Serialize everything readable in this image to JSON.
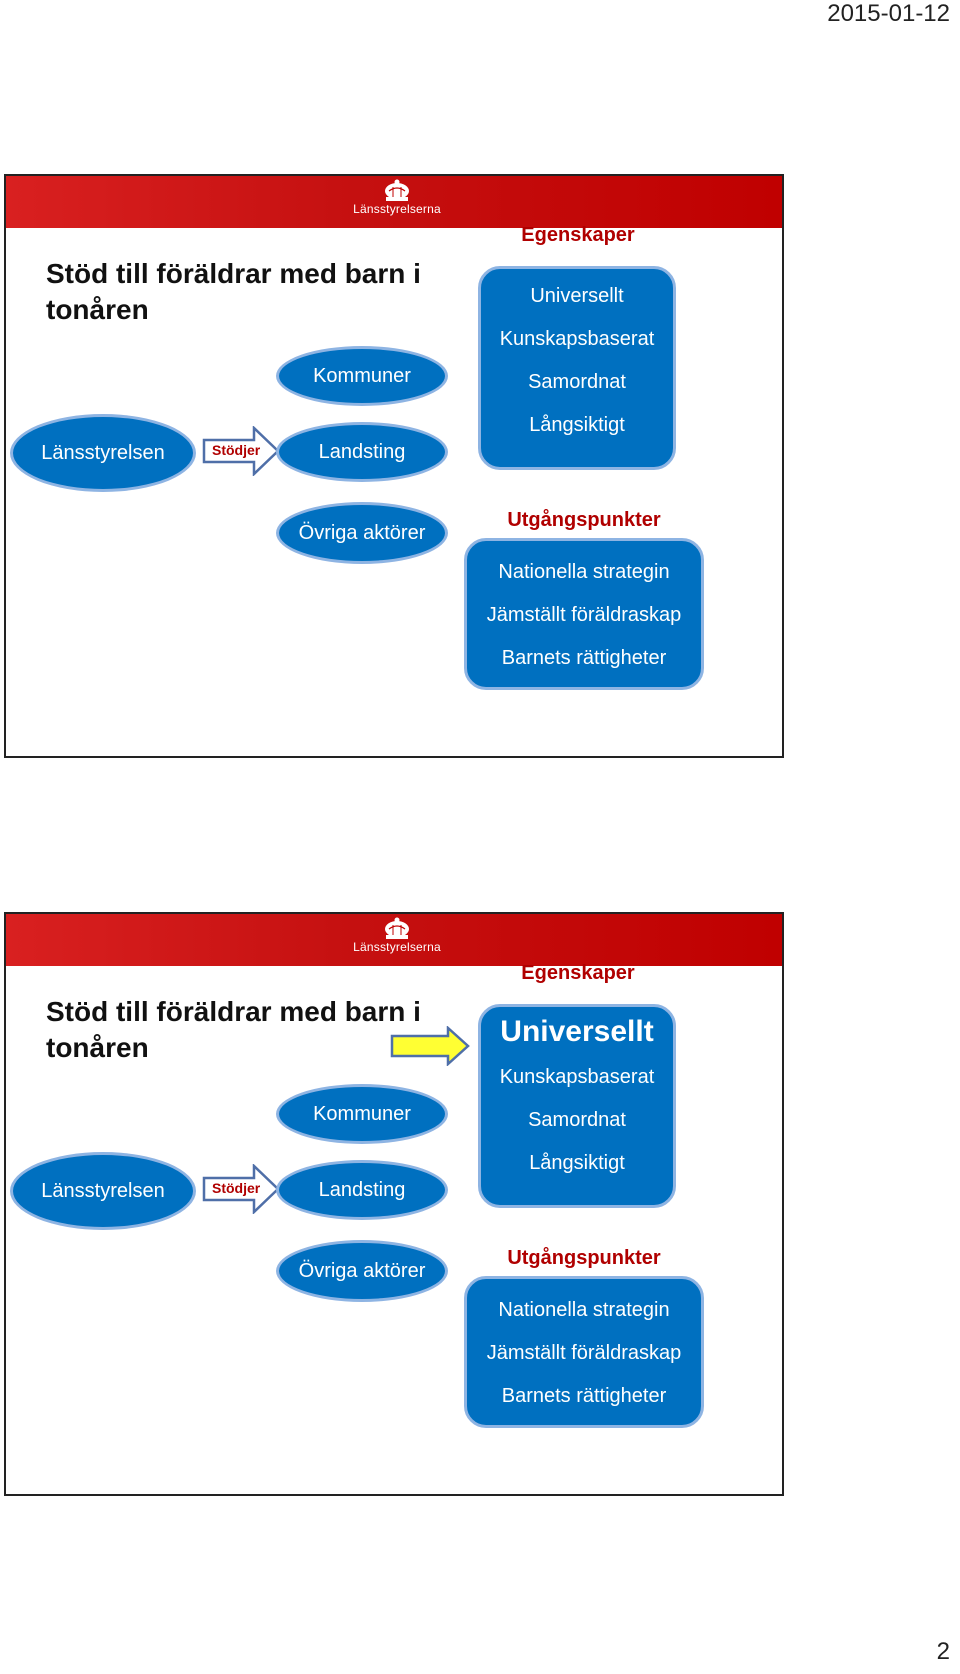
{
  "header": {
    "date": "2015-01-12"
  },
  "footer": {
    "page_number": "2"
  },
  "brand": {
    "name": "Länsstyrelserna",
    "header_color": "#c00000",
    "shape_color": "#0070c0",
    "shape_border": "#8eb4e3",
    "heading_color": "#b00000"
  },
  "slides": [
    {
      "title": "Stöd till föräldrar med barn i tonåren",
      "egenskaper": {
        "heading": "Egenskaper",
        "items": [
          "Universellt",
          "Kunskapsbaserat",
          "Samordnat",
          "Långsiktigt"
        ]
      },
      "utgangspunkter": {
        "heading": "Utgångspunkter",
        "items": [
          "Nationella strategin",
          "Jämställt föräldraskap",
          "Barnets rättigheter"
        ]
      },
      "actors": {
        "lansstyrelsen": "Länsstyrelsen",
        "arrow_label": "Stödjer",
        "kommuner": "Kommuner",
        "landsting": "Landsting",
        "ovriga": "Övriga aktörer"
      }
    },
    {
      "title": "Stöd till föräldrar med barn i tonåren",
      "highlight_arrow_color": "#ffff33",
      "egenskaper": {
        "heading": "Egenskaper",
        "items": [
          "Universellt",
          "Kunskapsbaserat",
          "Samordnat",
          "Långsiktigt"
        ]
      },
      "utgangspunkter": {
        "heading": "Utgångspunkter",
        "items": [
          "Nationella strategin",
          "Jämställt föräldraskap",
          "Barnets rättigheter"
        ]
      },
      "actors": {
        "lansstyrelsen": "Länsstyrelsen",
        "arrow_label": "Stödjer",
        "kommuner": "Kommuner",
        "landsting": "Landsting",
        "ovriga": "Övriga aktörer"
      }
    }
  ]
}
